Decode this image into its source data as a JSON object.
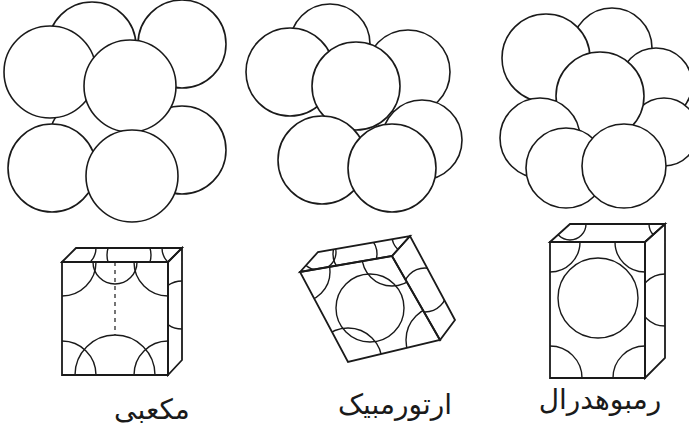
{
  "diagram": {
    "labels": [
      "مکعبی",
      "ارتورمبیک",
      "رمبوهدرال"
    ]
  }
}
